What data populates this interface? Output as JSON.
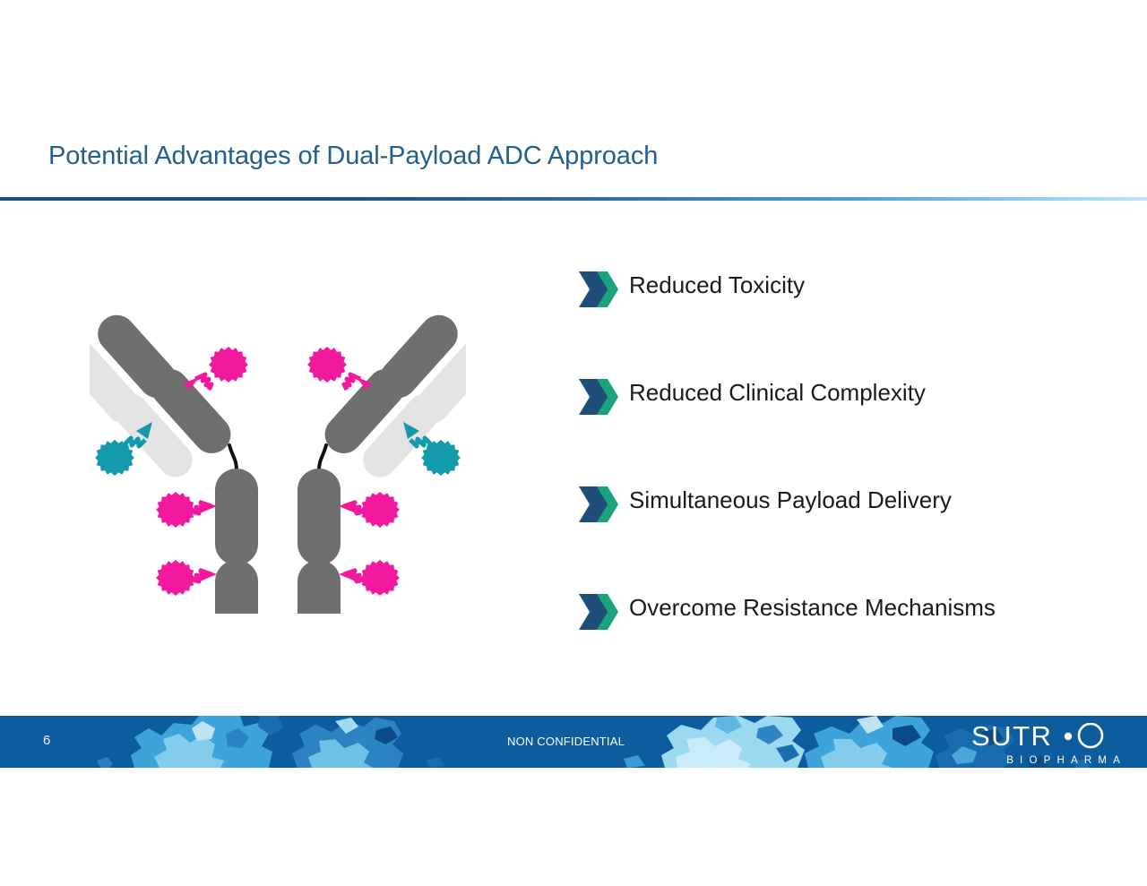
{
  "slide": {
    "title": "Potential Advantages of Dual-Payload ADC Approach",
    "accent_color": "#23608e",
    "rule_gradient_start": "#1f4e79",
    "rule_gradient_end": "#bfe4f7"
  },
  "bullets": [
    {
      "label": "Reduced Toxicity",
      "icon": "double-chevron-icon"
    },
    {
      "label": "Reduced Clinical Complexity",
      "icon": "double-chevron-icon"
    },
    {
      "label": "Simultaneous Payload Delivery",
      "icon": "double-chevron-icon"
    },
    {
      "label": "Overcome Resistance Mechanisms",
      "icon": "double-chevron-icon"
    }
  ],
  "bullet_icon": {
    "front_chevron_color": "#1f4e79",
    "back_chevron_color": "#1ba37d"
  },
  "figure": {
    "name": "dual-payload-antibody-drug-conjugate-diagram",
    "heavy_chain_color": "#706F6F",
    "light_chain_color": "#E3E3E3",
    "hinge_color": "#000000",
    "payload_a_color": "#F3199F",
    "payload_b_color": "#139BAC",
    "payload_a_count": 6,
    "payload_b_count": 2
  },
  "footer": {
    "page_number": "6",
    "confidentiality": "NON CONFIDENTIAL",
    "bar_color": "#0d5c9e",
    "blob_colors": [
      "#7FD0EF",
      "#39A4DB",
      "#1B6FB0",
      "#0B4B86",
      "#A9E2F5",
      "#2E86C4"
    ],
    "logo": {
      "wordmark": "SUTR",
      "tagline": "BIOPHARMA",
      "mark_icon": "sutro-dot-circle-icon"
    }
  }
}
